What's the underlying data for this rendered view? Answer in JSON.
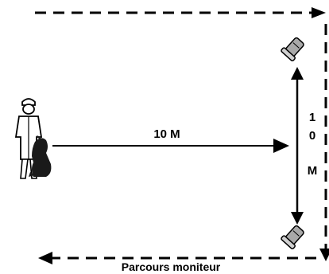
{
  "diagram": {
    "distance_label": "10 M",
    "side_label_chars": [
      "1",
      "0",
      "M"
    ],
    "route_label": "Parcours moniteur",
    "icons": [
      "handler-with-dog-icon",
      "cone-icon",
      "cone-icon"
    ],
    "colors": {
      "stroke": "#000000",
      "cone": "#a9a9a9",
      "background": "#ffffff"
    }
  }
}
